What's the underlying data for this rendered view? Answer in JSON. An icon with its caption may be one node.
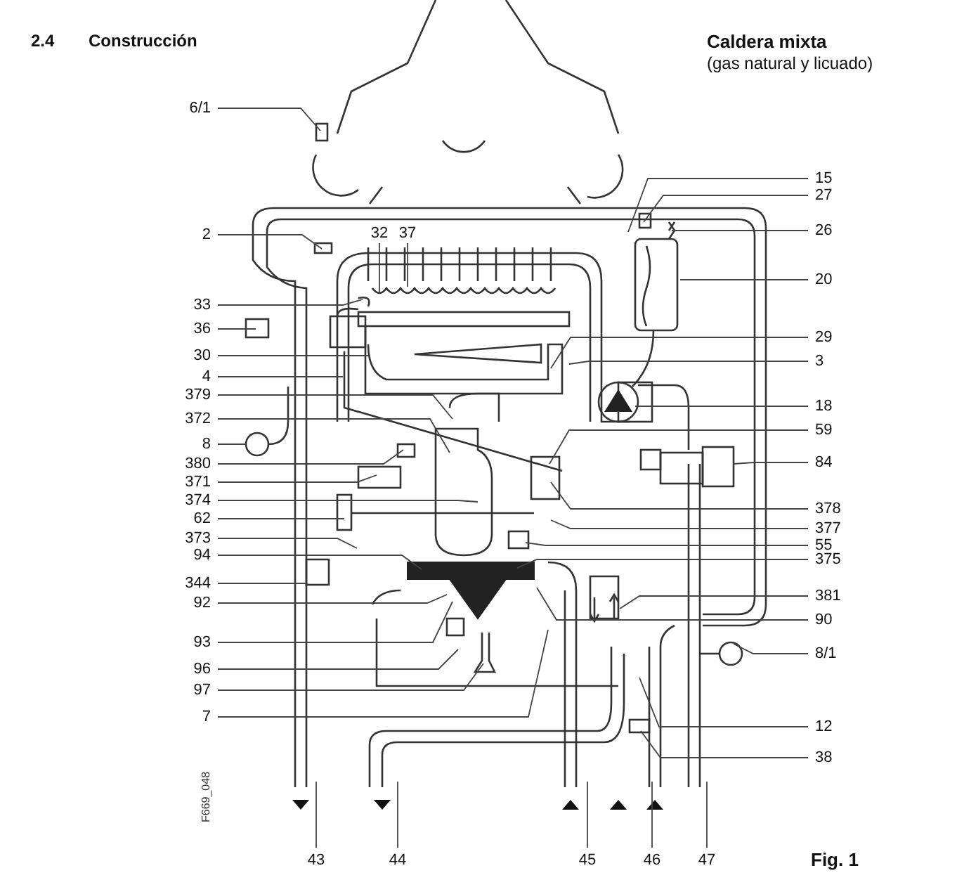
{
  "diagram": {
    "title": "Construcción",
    "caption": "Fig. 1",
    "nodes": [
      {
        "text": [
          "6/1"
        ]
      },
      {
        "text": [
          "2"
        ]
      },
      {
        "text": [
          "33"
        ]
      },
      {
        "text": [
          "36"
        ]
      },
      {
        "text": [
          "30"
        ]
      },
      {
        "text": [
          "4"
        ]
      },
      {
        "text": [
          "379"
        ]
      },
      {
        "text": [
          "372"
        ]
      },
      {
        "text": [
          "8"
        ]
      },
      {
        "text": [
          "380"
        ]
      },
      {
        "text": [
          "371"
        ]
      },
      {
        "text": [
          "374"
        ]
      },
      {
        "text": [
          "62"
        ]
      },
      {
        "text": [
          "373"
        ]
      },
      {
        "text": [
          "94"
        ]
      },
      {
        "text": [
          "344"
        ]
      },
      {
        "text": [
          "92"
        ]
      },
      {
        "text": [
          "93"
        ]
      },
      {
        "text": [
          "96"
        ]
      },
      {
        "text": [
          "97"
        ]
      },
      {
        "text": [
          "7"
        ]
      },
      {
        "text": [
          "32"
        ]
      },
      {
        "text": [
          "37"
        ]
      },
      {
        "text": [
          "15"
        ]
      },
      {
        "text": [
          "27"
        ]
      },
      {
        "text": [
          "26"
        ]
      },
      {
        "text": [
          "20"
        ]
      },
      {
        "text": [
          "29"
        ]
      },
      {
        "text": [
          "3"
        ]
      },
      {
        "text": [
          "18"
        ]
      },
      {
        "text": [
          "59"
        ]
      },
      {
        "text": [
          "84"
        ]
      },
      {
        "text": [
          "378"
        ]
      },
      {
        "text": [
          "377"
        ]
      },
      {
        "text": [
          "55"
        ]
      },
      {
        "text": [
          "375"
        ]
      },
      {
        "text": [
          "381"
        ]
      },
      {
        "text": [
          "90"
        ]
      },
      {
        "text": [
          "8/1"
        ]
      },
      {
        "text": [
          "12"
        ]
      },
      {
        "text": [
          "38"
        ]
      },
      {
        "text": [
          "43"
        ]
      },
      {
        "text": [
          "44"
        ]
      },
      {
        "text": [
          "45"
        ]
      },
      {
        "text": [
          "46"
        ]
      },
      {
        "text": [
          "47"
        ]
      }
    ],
    "edges": [
      {
        "from": 0,
        "to": null,
        "arrow": "none"
      },
      {
        "from": 1,
        "to": null,
        "arrow": "none"
      },
      {
        "from": 2,
        "to": null,
        "arrow": "none"
      },
      {
        "from": 3,
        "to": null,
        "arrow": "none"
      },
      {
        "from": 4,
        "to": null,
        "arrow": "none"
      },
      {
        "from": 5,
        "to": null,
        "arrow": "none"
      },
      {
        "from": 6,
        "to": null,
        "arrow": "none"
      },
      {
        "from": 7,
        "to": null,
        "arrow": "none"
      },
      {
        "from": 8,
        "to": null,
        "arrow": "none"
      },
      {
        "from": 9,
        "to": null,
        "arrow": "none"
      },
      {
        "from": 10,
        "to": null,
        "arrow": "none"
      },
      {
        "from": 11,
        "to": null,
        "arrow": "none"
      },
      {
        "from": 12,
        "to": null,
        "arrow": "none"
      },
      {
        "from": 13,
        "to": null,
        "arrow": "none"
      },
      {
        "from": 14,
        "to": null,
        "arrow": "none"
      },
      {
        "from": 15,
        "to": null,
        "arrow": "none"
      },
      {
        "from": 16,
        "to": null,
        "arrow": "none"
      },
      {
        "from": 17,
        "to": null,
        "arrow": "none"
      },
      {
        "from": 18,
        "to": null,
        "arrow": "none"
      },
      {
        "from": 19,
        "to": null,
        "arrow": "none"
      },
      {
        "from": 20,
        "to": null,
        "arrow": "none"
      },
      {
        "from": 21,
        "to": null,
        "arrow": "none"
      },
      {
        "from": 22,
        "to": null,
        "arrow": "none"
      },
      {
        "from": 23,
        "to": null,
        "arrow": "none"
      },
      {
        "from": 24,
        "to": null,
        "arrow": "none"
      },
      {
        "from": 25,
        "to": null,
        "arrow": "none"
      },
      {
        "from": 26,
        "to": null,
        "arrow": "none"
      },
      {
        "from": 27,
        "to": null,
        "arrow": "none"
      },
      {
        "from": 28,
        "to": null,
        "arrow": "none"
      },
      {
        "from": 29,
        "to": null,
        "arrow": "none"
      },
      {
        "from": 30,
        "to": null,
        "arrow": "none"
      },
      {
        "from": 31,
        "to": null,
        "arrow": "none"
      },
      {
        "from": 32,
        "to": null,
        "arrow": "none"
      },
      {
        "from": 33,
        "to": null,
        "arrow": "none"
      },
      {
        "from": 34,
        "to": null,
        "arrow": "none"
      },
      {
        "from": 35,
        "to": null,
        "arrow": "none"
      },
      {
        "from": 36,
        "to": null,
        "arrow": "none"
      },
      {
        "from": 37,
        "to": null,
        "arrow": "none"
      },
      {
        "from": 38,
        "to": null,
        "arrow": "none"
      },
      {
        "from": 39,
        "to": null,
        "arrow": "none"
      },
      {
        "from": 40,
        "to": null,
        "arrow": "none"
      },
      {
        "from": 41,
        "to": null,
        "arrow": "none"
      },
      {
        "from": 42,
        "to": null,
        "arrow": "none"
      },
      {
        "from": 43,
        "to": null,
        "arrow": "none"
      },
      {
        "from": 44,
        "to": null,
        "arrow": "none"
      },
      {
        "from": 45,
        "to": null,
        "arrow": "none"
      }
    ],
    "labels": [
      "2.4",
      "Caldera mixta",
      "(gas natural y licuado)",
      "F669_048"
    ]
  }
}
